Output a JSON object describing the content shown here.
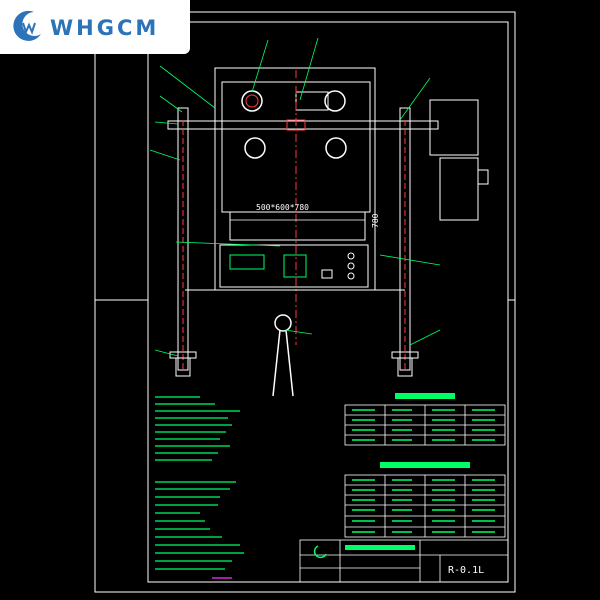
{
  "logo": {
    "text": "WHGCM"
  },
  "drawing": {
    "dimension_width": "500*600*780",
    "dimension_height": "780",
    "title_block_code": "R-0.1L",
    "table1_title": "",
    "table2_title": ""
  },
  "colors": {
    "background": "#000000",
    "lines": "#ffffff",
    "annotation": "#00ff66",
    "accent_red": "#ff3b3b",
    "accent_magenta": "#ff33ff",
    "logo_blue": "#2c73b8"
  }
}
